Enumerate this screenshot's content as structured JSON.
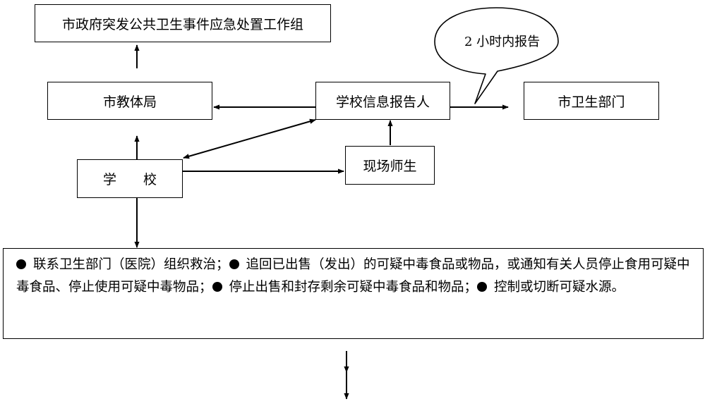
{
  "nodes": {
    "work_group": "市政府突发公共卫生事件应急处置工作组",
    "education_bureau": "市教体局",
    "school_reporter": "学校信息报告人",
    "health_dept": "市卫生部门",
    "onsite": "现场师生",
    "school": "学　　校"
  },
  "callout": "2 小时内报告",
  "actions": [
    {
      "text": "联系卫生部门（医院）组织救治；"
    },
    {
      "text": "追回已出售（发出）的可疑中毒食品或物品，或通知有关人员停止食用可疑中毒食品、停止使用可疑中毒物品；"
    },
    {
      "text": "停止出售和封存剩余可疑中毒食品和物品；"
    },
    {
      "text": "控制或切断可疑水源。"
    }
  ]
}
